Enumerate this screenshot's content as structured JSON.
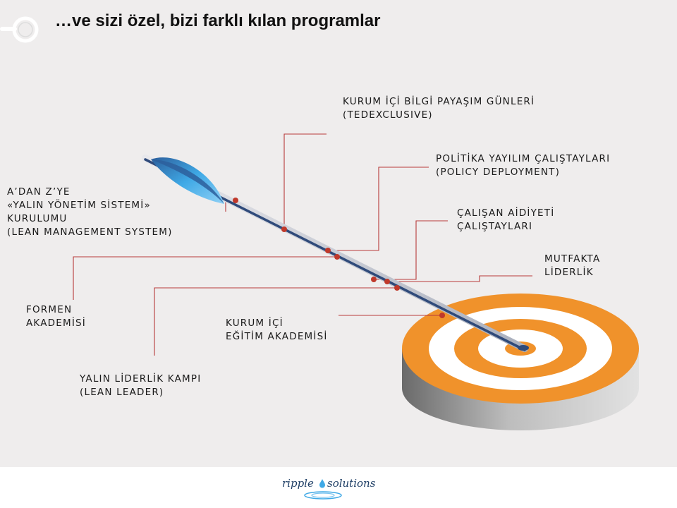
{
  "slide": {
    "title": "…ve sizi özel, bizi farklı kılan programlar"
  },
  "labels": [
    {
      "id": "tedexclusive",
      "lines": [
        "KURUM İÇİ BİLGİ PAYAŞIM GÜNLERİ",
        "(TEDEXCLUSIVE)"
      ]
    },
    {
      "id": "policy",
      "lines": [
        "POLİTİKA YAYILIM ÇALIŞTAYLARI",
        "(POLICY DEPLOYMENT)"
      ]
    },
    {
      "id": "lms",
      "lines": [
        "A’DAN Z’YE",
        "«YALIN YÖNETİM SİSTEMİ»",
        "KURULUMU",
        "(LEAN MANAGEMENT SYSTEM)"
      ]
    },
    {
      "id": "aidiyet",
      "lines": [
        "ÇALIŞAN AİDİYETİ",
        "ÇALIŞTAYLARI"
      ]
    },
    {
      "id": "mutfak",
      "lines": [
        "MUTFAKTA",
        "LİDERLİK"
      ]
    },
    {
      "id": "formen",
      "lines": [
        "FORMEN",
        "AKADEMİSİ"
      ]
    },
    {
      "id": "egitim",
      "lines": [
        "KURUM İÇİ",
        "EĞİTİM AKADEMİSİ"
      ]
    },
    {
      "id": "lean_leader",
      "lines": [
        "YALIN LİDERLİK KAMPI",
        "(LEAN LEADER)"
      ]
    }
  ],
  "colors": {
    "connector": "#b83b3b",
    "dot": "#c0392b",
    "target_orange": "#f0922b",
    "target_white": "#ffffff",
    "arrow_shaft": "#2f4a7a",
    "arrow_fletch": "#3fa9e6",
    "background": "#efeded"
  },
  "icons": {
    "header_decoration": "ring-icon",
    "logo_drop": "water-drop-icon"
  },
  "footer": {
    "logo_left": "ripple",
    "logo_right": "solutions"
  }
}
